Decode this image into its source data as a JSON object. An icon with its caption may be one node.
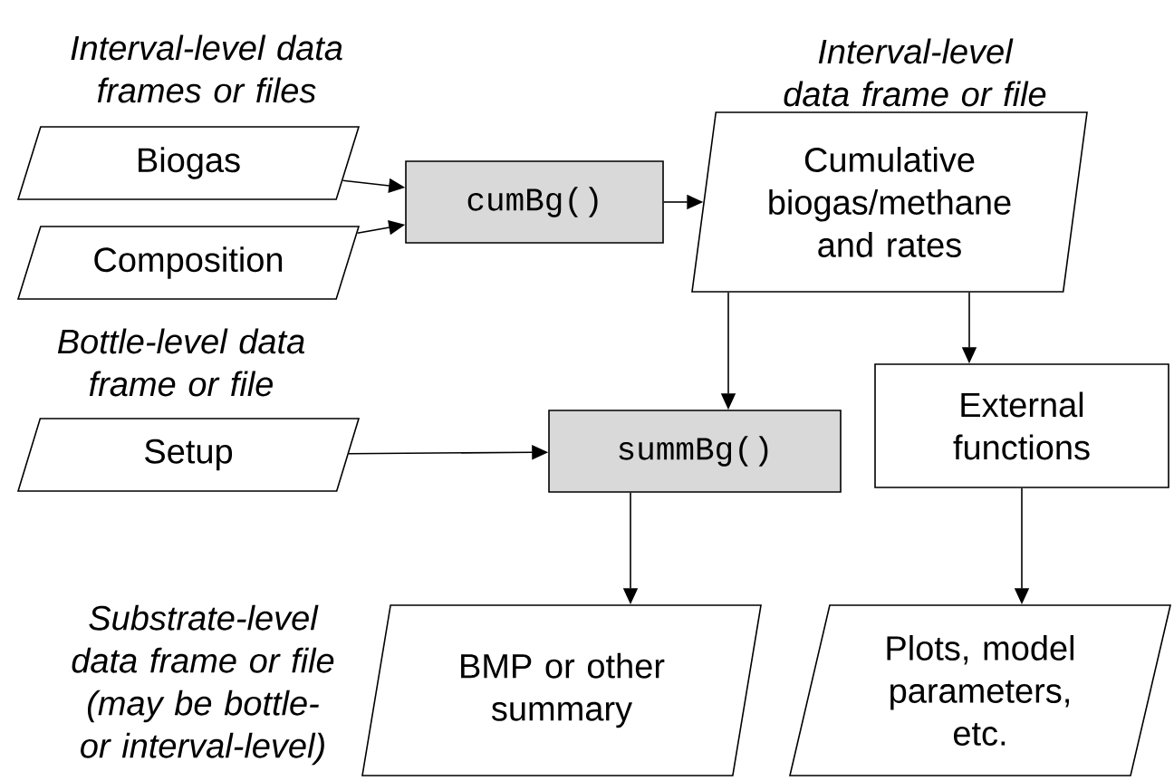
{
  "diagram": {
    "nodes": [
      {
        "text": [
          "Biogas"
        ]
      },
      {
        "text": [
          "Composition"
        ]
      },
      {
        "text": [
          "cumBg()"
        ]
      },
      {
        "text": [
          "Cumulative biogas/methane and rates"
        ],
        "beside": [
          "Interval-level data frame or file"
        ]
      },
      {
        "text": [
          "Setup"
        ]
      },
      {
        "text": [
          "summBg()"
        ]
      },
      {
        "text": [
          "External functions"
        ]
      },
      {
        "text": [
          "BMP or other summary"
        ],
        "beside": [
          "Substrate-level data frame or file (may be bottle- or interval-level)"
        ]
      },
      {
        "text": [
          "Plots, model parameters, etc."
        ]
      }
    ],
    "edges": [
      {
        "from": 0,
        "to": 2,
        "arrow": "to"
      },
      {
        "from": 1,
        "to": 2,
        "arrow": "to"
      },
      {
        "from": 2,
        "to": 3,
        "arrow": "to"
      },
      {
        "from": 3,
        "to": 5,
        "arrow": "to"
      },
      {
        "from": 3,
        "to": 6,
        "arrow": "to"
      },
      {
        "from": 4,
        "to": 5,
        "arrow": "to"
      },
      {
        "from": 5,
        "to": 7,
        "arrow": "to"
      },
      {
        "from": 6,
        "to": 8,
        "arrow": "to"
      }
    ],
    "labels": [
      "Interval-level data frames or files",
      "Bottle-level data frame or file"
    ]
  }
}
